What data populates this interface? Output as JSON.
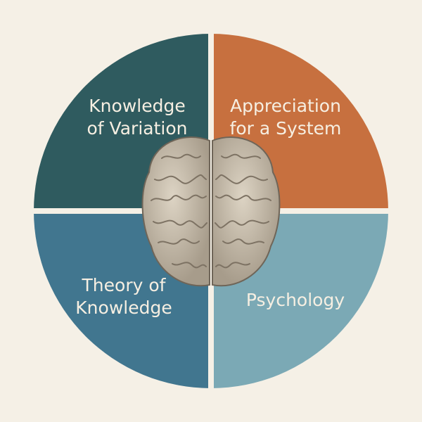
{
  "diagram": {
    "center_icon": "brain-icon",
    "quadrants": [
      {
        "label_lines": [
          "Knowledge",
          "of Variation"
        ],
        "color": "#2f5b5f"
      },
      {
        "label_lines": [
          "Appreciation",
          "for a System"
        ],
        "color": "#c7703f"
      },
      {
        "label_lines": [
          "Theory of",
          "Knowledge"
        ],
        "color": "#41768f"
      },
      {
        "label_lines": [
          "Psychology"
        ],
        "color": "#7ba9b5"
      }
    ],
    "background": "#f5f0e6",
    "divider_color": "#f5f0e6"
  }
}
